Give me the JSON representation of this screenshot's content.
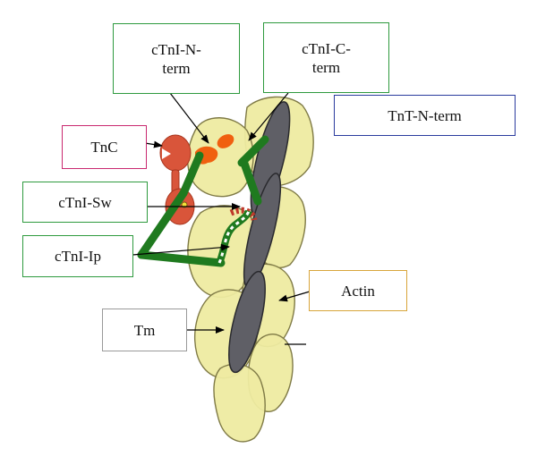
{
  "colors": {
    "actin_fill": "#eeeba1",
    "actin_stroke": "#7f7a46",
    "tm_fill": "#5f5f66",
    "cTnI_green": "#1f7a1f",
    "tnc_red": "#d9553a",
    "tnc_orange": "#f06010"
  },
  "labels": {
    "ctni_n_term": {
      "text": "cTnI-N-\nterm",
      "border": "#2e9a3e"
    },
    "ctni_c_term": {
      "text": "cTnI-C-\nterm",
      "border": "#2e9a3e"
    },
    "tnt_n_term": {
      "text": "TnT-N-term",
      "border": "#2a3b9e"
    },
    "tnc": {
      "text": "TnC",
      "border": "#c9286f"
    },
    "ctni_sw": {
      "text": "cTnI-Sw",
      "border": "#2e9a3e"
    },
    "ctni_ip": {
      "text": "cTnI-Ip",
      "border": "#2e9a3e"
    },
    "actin": {
      "text": "Actin",
      "border": "#d8a53a"
    },
    "tm": {
      "text": "Tm",
      "border": "#999999"
    }
  }
}
